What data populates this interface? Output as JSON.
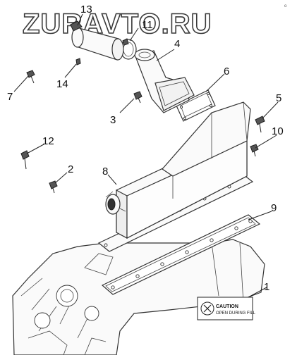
{
  "watermark": "ZURAVTO.RU",
  "corner_mark": "o",
  "callouts": [
    "1",
    "2",
    "3",
    "4",
    "5",
    "6",
    "7",
    "8",
    "9",
    "10",
    "11",
    "12",
    "13",
    "14"
  ],
  "decal": {
    "title": "CAUTION",
    "line1": "OPEN DURING FILL"
  }
}
